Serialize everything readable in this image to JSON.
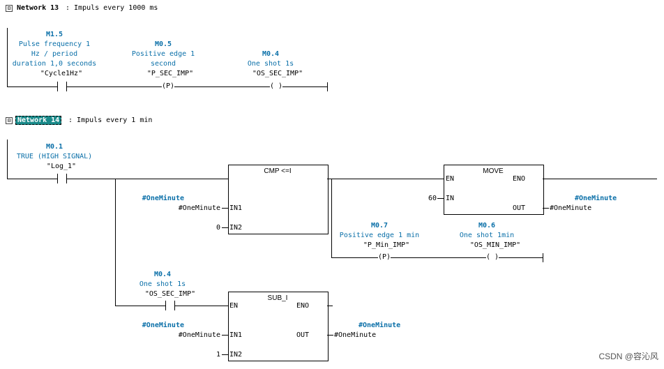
{
  "network13": {
    "toggle": "⊟",
    "title": "Network 13",
    "comment": ": Impuls every 1000 ms",
    "contact1": {
      "address": "M1.5",
      "comment_lines": [
        "Pulse frequency 1",
        "Hz / period",
        "duration 1,0 seconds"
      ],
      "symbol": "\"Cycle1Hz\"",
      "glyph": "—| |—"
    },
    "pcoil": {
      "address": "M0.5",
      "comment_lines": [
        "Positive edge 1",
        "second"
      ],
      "symbol": "\"P_SEC_IMP\"",
      "glyph": "(P)"
    },
    "coil": {
      "address": "M0.4",
      "comment_lines": [
        "One shot 1s"
      ],
      "symbol": "\"OS_SEC_IMP\"",
      "glyph": "( )"
    }
  },
  "network14": {
    "toggle": "⊟",
    "title": "Network 14",
    "comment": ": Impuls every 1 min",
    "contact1": {
      "address": "M0.1",
      "comment_lines": [
        "TRUE (HIGH SIGNAL)"
      ],
      "symbol": "\"Log_1\""
    },
    "cmp": {
      "title": "CMP <=I",
      "in1_var": "#OneMinute",
      "in1_value": "#OneMinute",
      "in1_label": "IN1",
      "in2_value": "0",
      "in2_label": "IN2"
    },
    "move": {
      "title": "MOVE",
      "en": "EN",
      "eno": "ENO",
      "in_value": "60",
      "in_label": "IN",
      "out_label": "OUT",
      "out_value": "#OneMinute",
      "out_var": "#OneMinute"
    },
    "pcoil": {
      "address": "M0.7",
      "comment_lines": [
        "Positive edge 1 min"
      ],
      "symbol": "\"P_Min_IMP\"",
      "glyph": "(P)"
    },
    "coil": {
      "address": "M0.6",
      "comment_lines": [
        "One shot 1min"
      ],
      "symbol": "\"OS_MIN_IMP\"",
      "glyph": "( )"
    },
    "contact2": {
      "address": "M0.4",
      "comment_lines": [
        "One shot 1s"
      ],
      "symbol": "\"OS_SEC_IMP\""
    },
    "sub": {
      "title": "SUB_I",
      "en": "EN",
      "eno": "ENO",
      "in1_var": "#OneMinute",
      "in1_value": "#OneMinute",
      "in1_label": "IN1",
      "in2_value": "1",
      "in2_label": "IN2",
      "out_label": "OUT",
      "out_value": "#OneMinute",
      "out_var": "#OneMinute"
    }
  },
  "watermark": "CSDN @容沁风"
}
